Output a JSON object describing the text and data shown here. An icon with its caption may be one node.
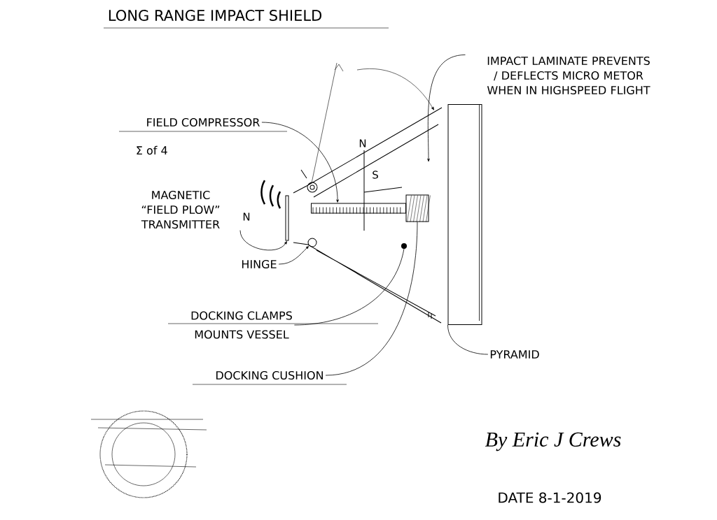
{
  "diagram": {
    "title": "LONG RANGE IMPACT SHIELD",
    "nodes": [
      {
        "text": [
          "FIELD COMPRESSOR"
        ],
        "beside": [
          "Σ of 4"
        ]
      },
      {
        "text": [],
        "shape": "bar"
      },
      {
        "text": [
          "MAGNETIC “FIELD PLOW” TRANSMITTER"
        ]
      },
      {
        "text": [],
        "shape": "bar"
      },
      {
        "text": [
          "HINGE"
        ]
      },
      {
        "text": [],
        "shape": "circle"
      },
      {
        "text": [
          "DOCKING CLAMPS",
          "MOUNTS VESSEL"
        ]
      },
      {
        "text": [],
        "shape": "circle"
      },
      {
        "text": [
          "DOCKING CUSHION"
        ]
      },
      {
        "text": [],
        "shape": "box"
      },
      {
        "text": [
          "IMPACT LAMINATE PREVENTS / DEFLECTS MICRO METOR WHEN IN HIGHSPEED FLIGHT"
        ]
      },
      {
        "text": [
          "PYRAMID"
        ]
      },
      {
        "text": [],
        "shape": "box"
      }
    ],
    "edges": [
      {
        "from": 0,
        "to": 3,
        "arrow": "to"
      },
      {
        "from": 2,
        "to": 1,
        "arrow": "to"
      },
      {
        "from": 4,
        "to": 5,
        "arrow": "to"
      },
      {
        "from": 6,
        "to": 7,
        "arrow": "none"
      },
      {
        "from": 8,
        "to": 9,
        "arrow": "none"
      },
      {
        "from": 10,
        "to": null,
        "arrow": "to"
      },
      {
        "from": 11,
        "to": 12,
        "arrow": "none"
      }
    ],
    "labels": [
      "N",
      "N",
      "S",
      "By Eric J Crews",
      "DATE 8-1-2019"
    ]
  }
}
